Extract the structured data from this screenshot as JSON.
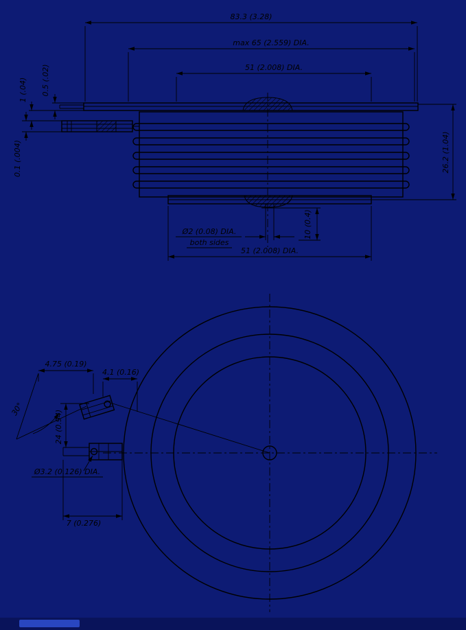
{
  "canvas": {
    "background": "#0d1b74",
    "line_color": "#000000"
  },
  "section_view": {
    "dims": {
      "overall_dia": "83.3 (3.28)",
      "max_dia": "max 65 (2.559) DIA.",
      "top_pole_dia": "51 (2.008) DIA.",
      "bottom_pole_dia": "51 (2.008) DIA.",
      "height": "26.2 (1.04)",
      "step": "0.5 (.02)",
      "flange_thickness": "1 (.04)",
      "lead_offset": "0.1 (.004)",
      "pin_hole_dia": "Ø2 (0.08) DIA.",
      "pin_hole_note": "both sides",
      "recess_depth": "10 (0.4)"
    }
  },
  "plan_view": {
    "dims": {
      "gate_tab_offset": "4.75 (0.19)",
      "gate_tab_width": "4.1 (0.16)",
      "gate_angle": "30°",
      "lead_spacing": "24 (0.94)",
      "lead_dia": "Ø3.2 (0.126) DIA.",
      "tab_length": "7 (0.276)"
    }
  },
  "footer": {
    "bar_color": "#09135a",
    "pill_color": "#2946c0"
  }
}
